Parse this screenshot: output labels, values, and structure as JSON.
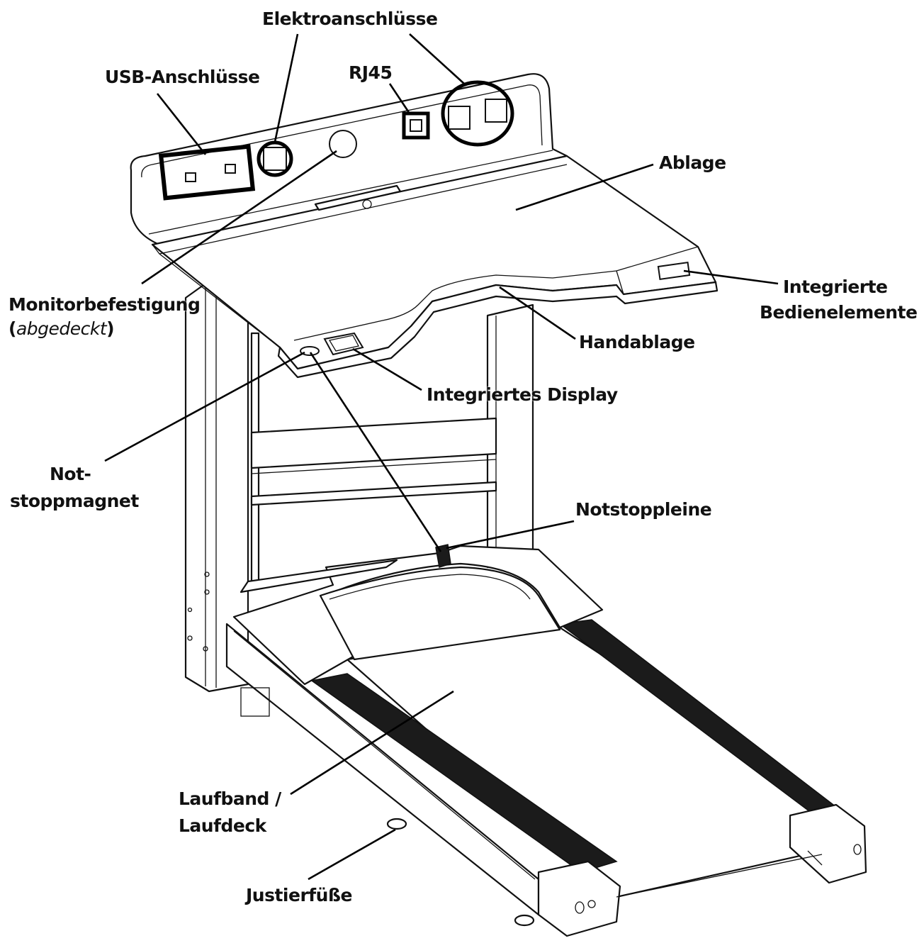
{
  "labels": {
    "elektroanschluesse": "Elektroanschlüsse",
    "usb": "USB-Anschlüsse",
    "rj45": "RJ45",
    "ablage": "Ablage",
    "monitor_line1": "Monitorbefestigung",
    "monitor_line2_open": "(",
    "monitor_line2_italic": "abgedeckt",
    "monitor_line2_close": ")",
    "bedien_line1": "Integrierte",
    "bedien_line2": "Bedienelemente",
    "handablage": "Handablage",
    "display": "Integriertes Display",
    "notstopp_line1": "Not-",
    "notstopp_line2": "stoppmagnet",
    "notstoppleine": "Notstoppleine",
    "laufband_line1": "Laufband /",
    "laufband_line2": "Laufdeck",
    "justierfuesse": "Justierfüße"
  },
  "colors": {
    "line": "#111111",
    "belt_track": "#1b1b1b",
    "background": "#ffffff"
  }
}
